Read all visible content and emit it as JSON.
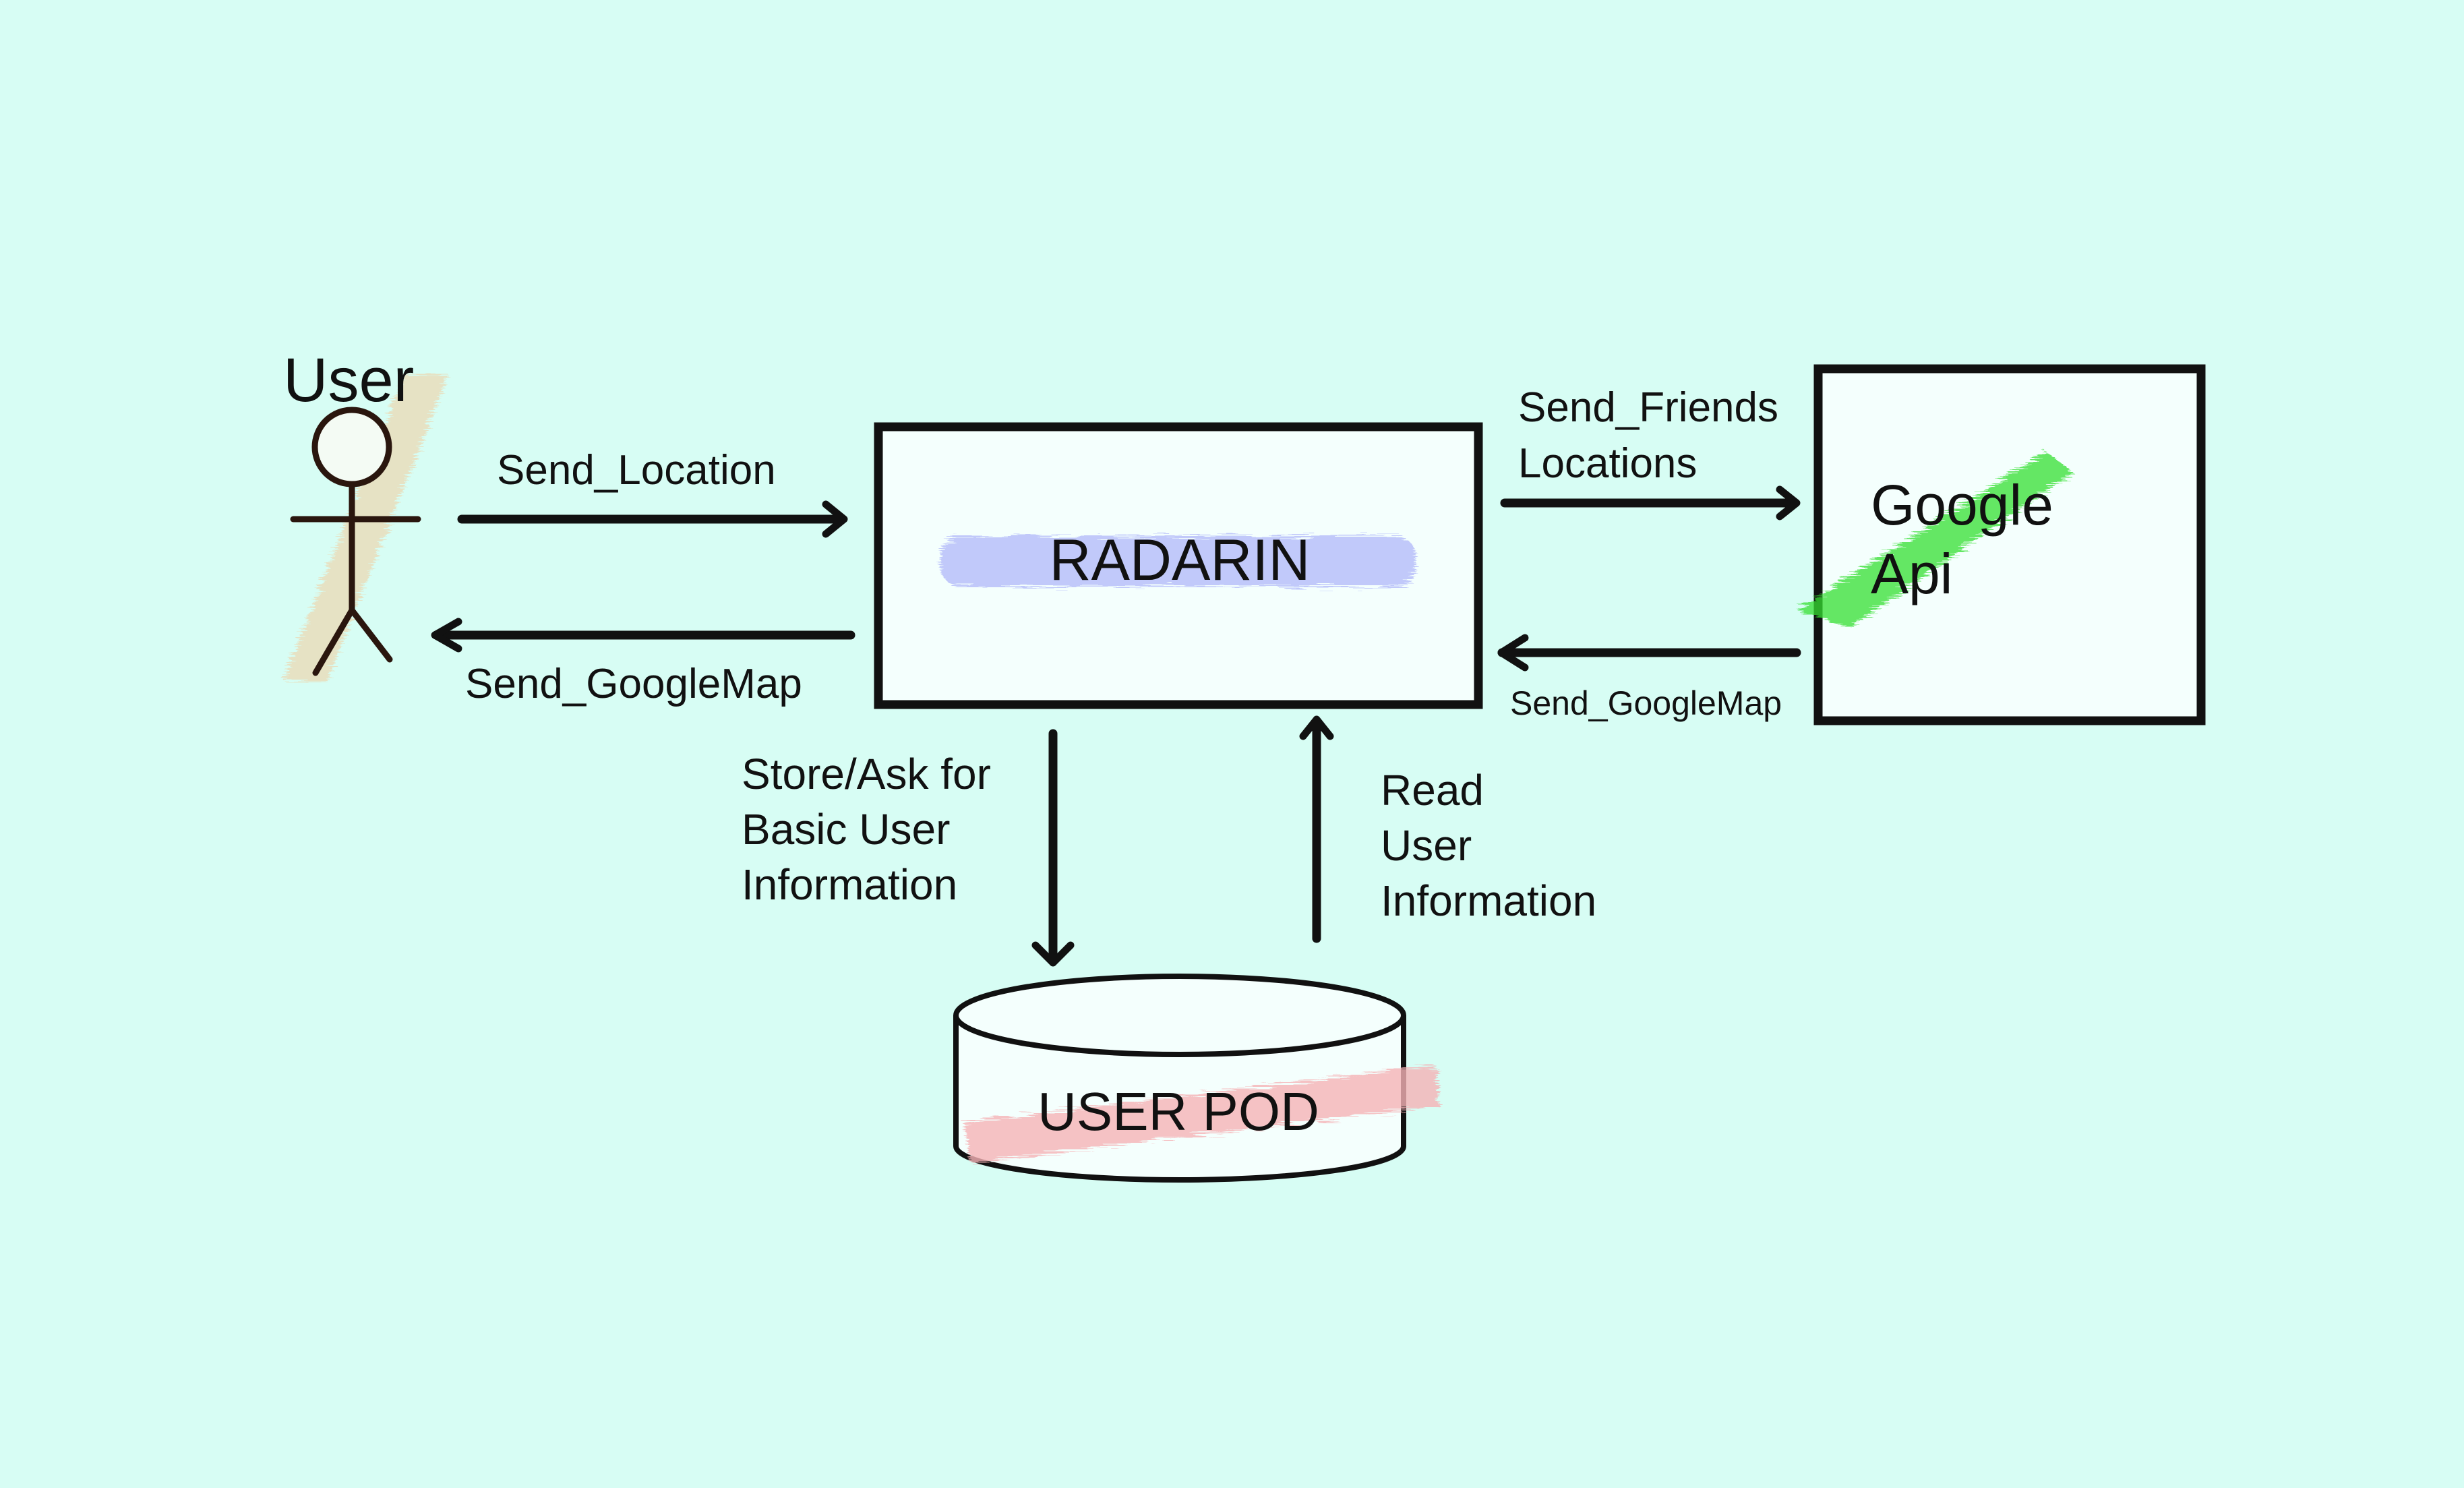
{
  "colors": {
    "background": "#d7fdf4",
    "box_fill": "#f4fffd",
    "stroke": "#111111",
    "actor_stroke": "#2a160e",
    "radarin_highlight": "#b5bcfa",
    "google_highlight": "#36e033",
    "google_text": "#1e6a1a",
    "userpod_highlight": "#f6b3b6",
    "actor_highlight": "#ecd9b4"
  },
  "actor": {
    "label": "User",
    "icon": "stick-figure-icon"
  },
  "nodes": {
    "radarin": {
      "label": "RADARIN"
    },
    "google": {
      "line1": "Google",
      "line2": "Api"
    },
    "user_pod": {
      "label": "USER POD",
      "icon": "database-cylinder-icon"
    }
  },
  "edges": {
    "send_location": {
      "label": "Send_Location"
    },
    "send_googlemap_to_user": {
      "label": "Send_GoogleMap"
    },
    "send_friends_locations": {
      "line1": "Send_Friends",
      "line2": "Locations"
    },
    "send_googlemap_from_google": {
      "label": "Send_GoogleMap"
    },
    "store_ask": {
      "line1": "Store/Ask for",
      "line2": "Basic User",
      "line3": "Information"
    },
    "read_user_info": {
      "line1": "Read",
      "line2": "User",
      "line3": "Information"
    }
  }
}
